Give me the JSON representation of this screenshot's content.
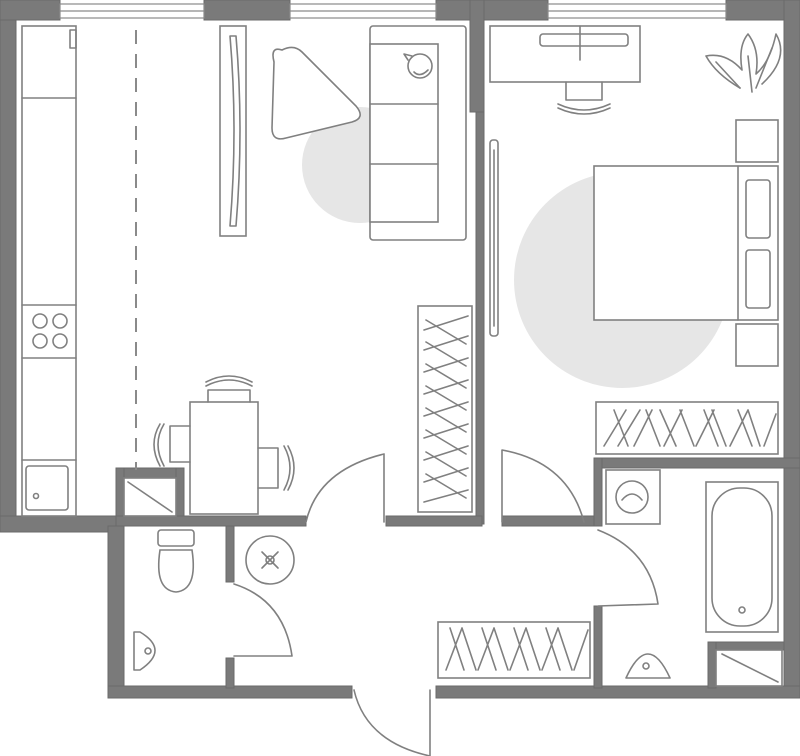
{
  "plan": {
    "rooms": [
      "living-kitchen",
      "bedroom",
      "hallway",
      "toilet",
      "bathroom"
    ],
    "colors": {
      "wall": "#7a7a7a",
      "line": "#808080",
      "rug": "#e6e6e6",
      "background": "#ffffff"
    },
    "icons": [
      "cat-icon",
      "plant-icon",
      "washing-machine-icon",
      "sink-icon",
      "toilet-icon",
      "bathtub-icon",
      "stove-icon"
    ]
  }
}
